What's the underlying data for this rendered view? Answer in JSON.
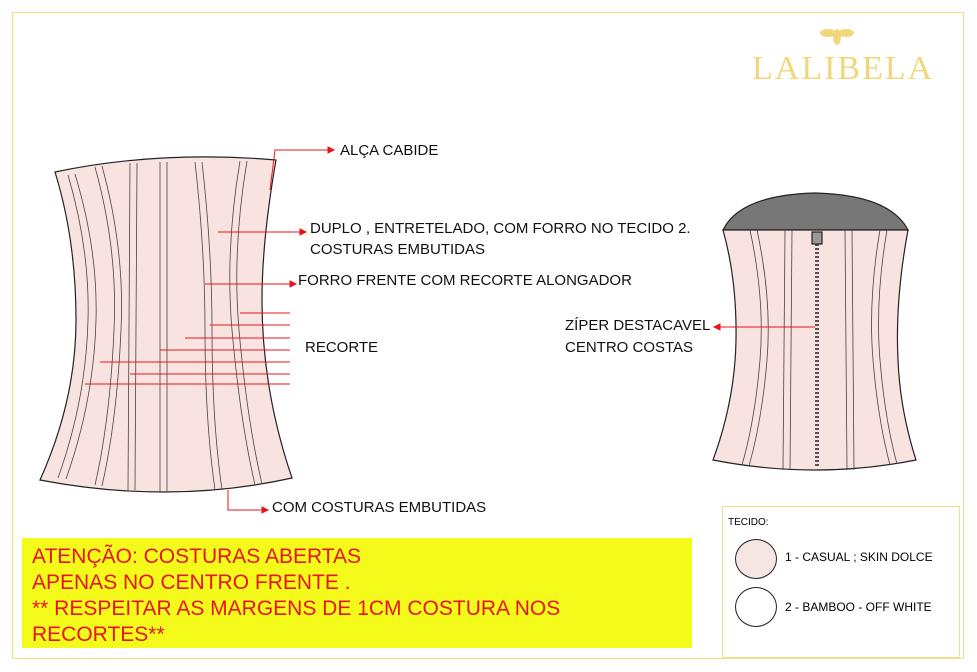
{
  "brand": "LALIBELA",
  "callouts": {
    "strap": "ALÇA CABIDE",
    "double_line1": "DUPLO , ENTRETELADO, COM FORRO NO TECIDO 2.",
    "double_line2": "COSTURAS EMBUTIDAS",
    "lining": "FORRO FRENTE COM RECORTE ALONGADOR",
    "panel": "RECORTE",
    "seams": "COM COSTURAS EMBUTIDAS",
    "zipper_line1": "ZÍPER DESTACAVEL",
    "zipper_line2": "CENTRO COSTAS"
  },
  "notice": {
    "line1": "ATENÇÃO: COSTURAS ABERTAS",
    "line2": "APENAS NO CENTRO FRENTE .",
    "line3": "** RESPEITAR AS MARGENS DE 1CM COSTURA NOS RECORTES**"
  },
  "fabric": {
    "title": "TECIDO:",
    "items": [
      {
        "label": "1 - CASUAL ; SKIN DOLCE",
        "color": "#f5e6e3"
      },
      {
        "label": "2 - BAMBOO - OFF WHITE",
        "color": "#ffffff"
      }
    ]
  }
}
